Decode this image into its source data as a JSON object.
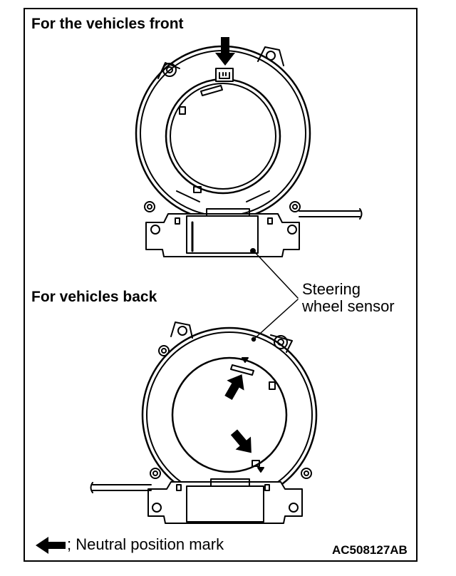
{
  "figure": {
    "front_title": "For the vehicles front",
    "back_title": "For vehicles back",
    "callout_line1": "Steering",
    "callout_line2": "wheel sensor",
    "legend_text": "; Neutral position mark",
    "figure_code": "AC508127AB",
    "icons": {
      "front_arrow": "down-arrow-icon",
      "back_arrow_1": "up-right-arrow-icon",
      "back_arrow_2": "down-right-arrow-icon",
      "legend_arrow": "left-arrow-icon"
    }
  }
}
